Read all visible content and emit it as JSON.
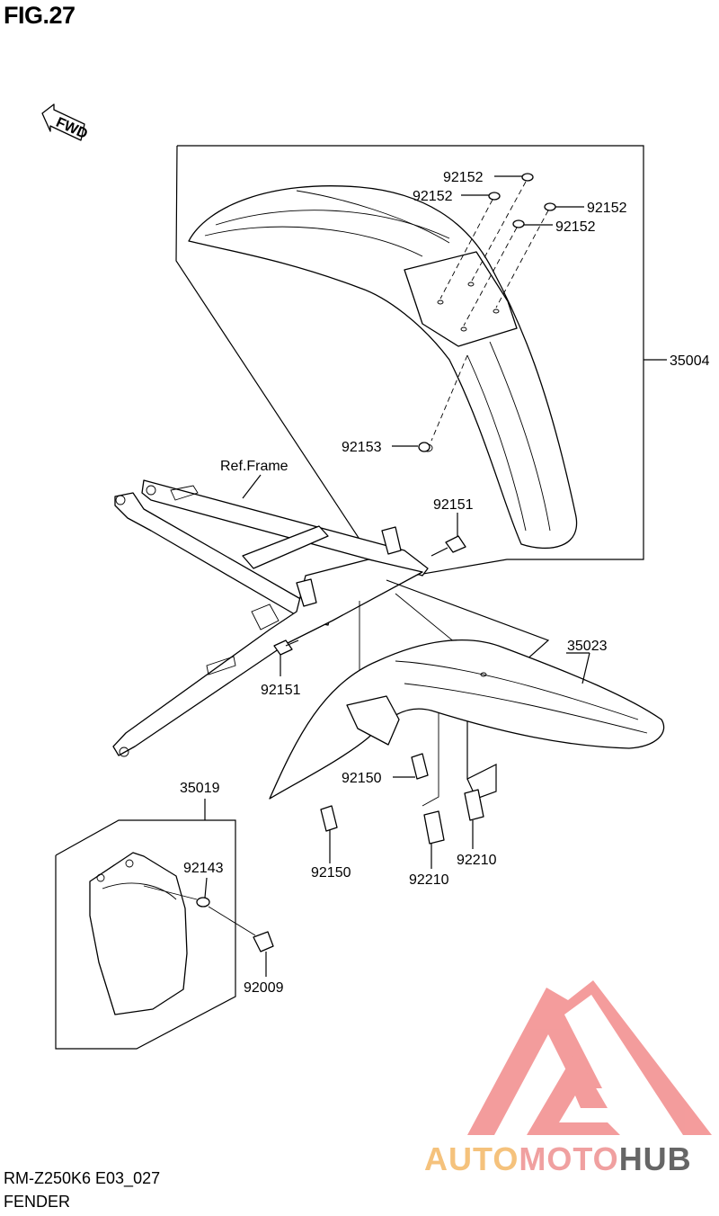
{
  "figure": {
    "title": "FIG.27",
    "fwd_label": "FWD",
    "model_code": "RM-Z250K6 E03_027",
    "section_name": "FENDER"
  },
  "callouts": {
    "p92152_a": "92152",
    "p92152_b": "92152",
    "p92152_c": "92152",
    "p92152_d": "92152",
    "p35004": "35004",
    "p92153": "92153",
    "ref_frame": "Ref.Frame",
    "p92151_a": "92151",
    "p92151_b": "92151",
    "p35023": "35023",
    "p92150_a": "92150",
    "p92150_b": "92150",
    "p35019": "35019",
    "p92143": "92143",
    "p92210_a": "92210",
    "p92210_b": "92210",
    "p92009": "92009"
  },
  "watermark": {
    "part1": "AUTO",
    "part2": "MOTO",
    "part3": "HUB",
    "colors": {
      "auto": "#f5c27c",
      "moto": "#f0a0a0",
      "hub": "#666666",
      "logo": "#f28b8b"
    }
  }
}
